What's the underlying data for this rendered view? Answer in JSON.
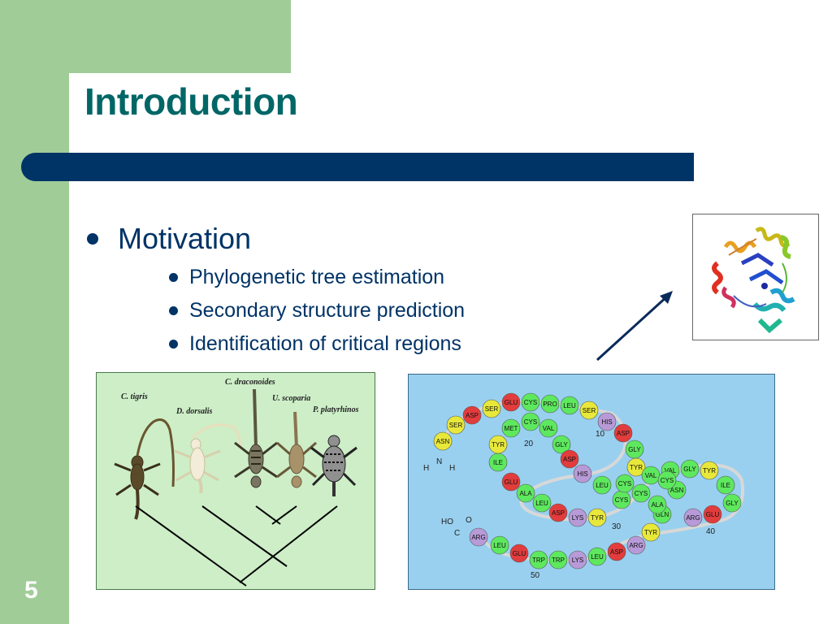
{
  "slide": {
    "title": "Introduction",
    "number": "5"
  },
  "bullets": {
    "main": "Motivation",
    "sub": [
      "Phylogenetic tree estimation",
      "Secondary structure prediction",
      "Identification of critical regions"
    ]
  },
  "lizard_figure": {
    "species": [
      "C. tigris",
      "D. dorsalis",
      "C. draconoides",
      "U. scoparia",
      "P. platyrhinos"
    ]
  },
  "protein_figure": {
    "n_terminus": "H",
    "n_atom": "N",
    "c_terminus_ho": "HO",
    "c_terminus_c": "C",
    "c_terminus_o": "O",
    "residue_numbers": [
      "10",
      "20",
      "30",
      "40",
      "50"
    ],
    "residues": [
      {
        "name": "ASN",
        "color": "#e8e83a"
      },
      {
        "name": "SER",
        "color": "#e8e83a"
      },
      {
        "name": "ASP",
        "color": "#e23c3c"
      },
      {
        "name": "SER",
        "color": "#e8e83a"
      },
      {
        "name": "GLU",
        "color": "#e23c3c"
      },
      {
        "name": "CYS",
        "color": "#5ee85e"
      },
      {
        "name": "PRO",
        "color": "#5ee85e"
      },
      {
        "name": "LEU",
        "color": "#5ee85e"
      },
      {
        "name": "SER",
        "color": "#e8e83a"
      },
      {
        "name": "HIS",
        "color": "#b89ad8"
      },
      {
        "name": "ASP",
        "color": "#e23c3c"
      },
      {
        "name": "GLY",
        "color": "#5ee85e"
      },
      {
        "name": "TYR",
        "color": "#e8e83a"
      },
      {
        "name": "VAL",
        "color": "#5ee85e"
      },
      {
        "name": "VAL",
        "color": "#5ee85e"
      },
      {
        "name": "GLY",
        "color": "#5ee85e"
      },
      {
        "name": "TYR",
        "color": "#e8e83a"
      },
      {
        "name": "ILE",
        "color": "#5ee85e"
      },
      {
        "name": "GLY",
        "color": "#5ee85e"
      },
      {
        "name": "GLU",
        "color": "#e23c3c"
      },
      {
        "name": "ARG",
        "color": "#b89ad8"
      },
      {
        "name": "GLN",
        "color": "#5ee85e"
      },
      {
        "name": "TYR",
        "color": "#e8e83a"
      },
      {
        "name": "ARG",
        "color": "#b89ad8"
      },
      {
        "name": "ASP",
        "color": "#e23c3c"
      },
      {
        "name": "LEU",
        "color": "#5ee85e"
      },
      {
        "name": "LYS",
        "color": "#b89ad8"
      },
      {
        "name": "TRP",
        "color": "#5ee85e"
      },
      {
        "name": "TRP",
        "color": "#5ee85e"
      },
      {
        "name": "GLU",
        "color": "#e23c3c"
      },
      {
        "name": "LEU",
        "color": "#5ee85e"
      },
      {
        "name": "ARG",
        "color": "#b89ad8"
      },
      {
        "name": "MET",
        "color": "#5ee85e"
      },
      {
        "name": "CYS",
        "color": "#5ee85e"
      },
      {
        "name": "VAL",
        "color": "#5ee85e"
      },
      {
        "name": "GLY",
        "color": "#5ee85e"
      },
      {
        "name": "ASP",
        "color": "#e23c3c"
      },
      {
        "name": "HIS",
        "color": "#b89ad8"
      },
      {
        "name": "LEU",
        "color": "#5ee85e"
      },
      {
        "name": "CYS",
        "color": "#5ee85e"
      },
      {
        "name": "CYS",
        "color": "#5ee85e"
      },
      {
        "name": "ALA",
        "color": "#5ee85e"
      },
      {
        "name": "TYR",
        "color": "#e8e83a"
      },
      {
        "name": "LYS",
        "color": "#b89ad8"
      },
      {
        "name": "ASP",
        "color": "#e23c3c"
      },
      {
        "name": "LEU",
        "color": "#5ee85e"
      },
      {
        "name": "ALA",
        "color": "#5ee85e"
      },
      {
        "name": "GLU",
        "color": "#e23c3c"
      },
      {
        "name": "ILE",
        "color": "#5ee85e"
      },
      {
        "name": "TYR",
        "color": "#e8e83a"
      },
      {
        "name": "ASN",
        "color": "#5ee85e"
      },
      {
        "name": "CYS",
        "color": "#5ee85e"
      },
      {
        "name": "CYS",
        "color": "#5ee85e"
      }
    ]
  },
  "colors": {
    "sidebar_green": "#a0cc98",
    "title_teal": "#006666",
    "navy": "#003366"
  }
}
